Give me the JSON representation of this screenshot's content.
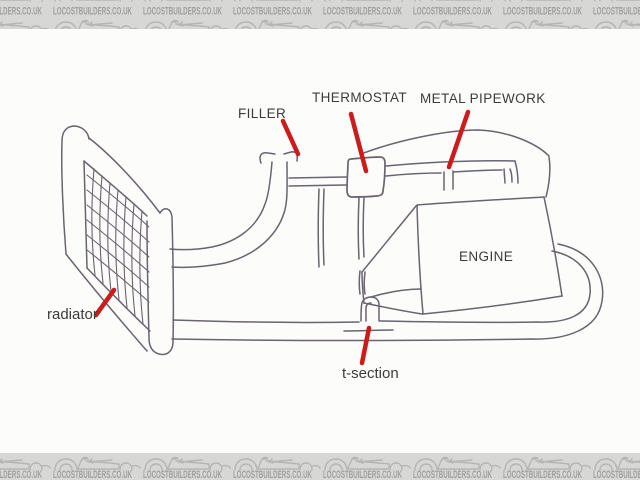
{
  "watermark": {
    "text": "LOCOSTBUILDERS.CO.UK",
    "car_icon": "locost-car-sketch"
  },
  "colors": {
    "paper": "#fcfcfa",
    "band_bg": "#d7d7d5",
    "band_text": "#a0a09e",
    "car_icon": "#b5b5b3",
    "ink": "#6a6370",
    "pointer": "#cc1b1b",
    "label": "#3c3c3c"
  },
  "diagram": {
    "title_hint": "hand-drawn car cooling system sketch",
    "labels": {
      "filler": "FILLER",
      "thermostat": "THERMOSTAT",
      "metal_pipework": "METAL PIPEWORK",
      "engine": "ENGINE",
      "radiator": "radiator",
      "t_section": "t-section"
    }
  }
}
